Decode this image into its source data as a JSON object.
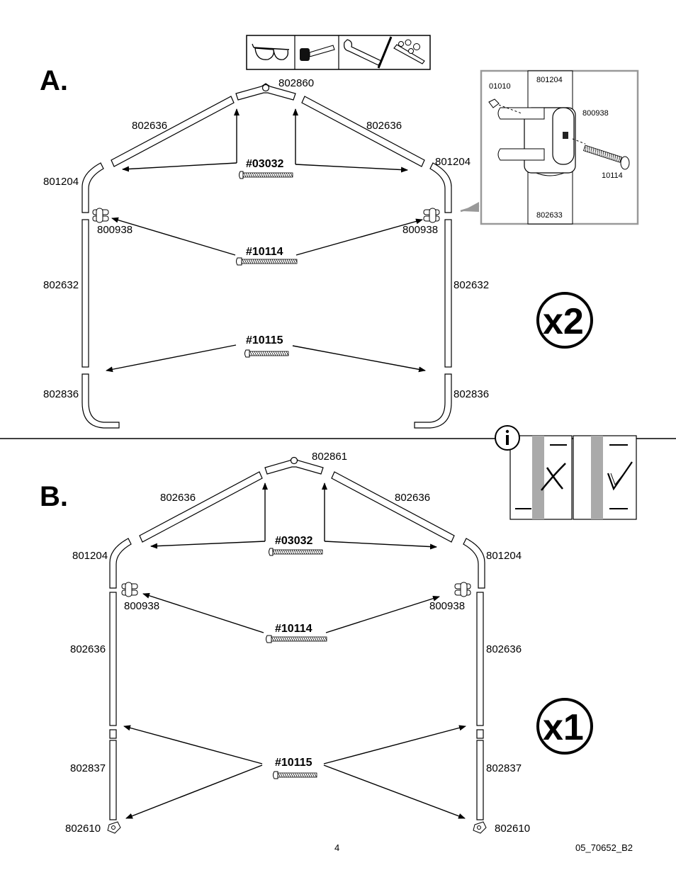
{
  "tools": [
    "safety-glasses-icon",
    "rubber-mallet-icon",
    "adjustable-wrench-icon",
    "socket-wrench-icon"
  ],
  "section_a": {
    "letter": "A.",
    "multiplier": "x2",
    "hardware": {
      "top": "#03032",
      "middle": "#10114",
      "bottom": "#10115"
    },
    "labels": {
      "peak": "802860",
      "rafter_left": "802636",
      "rafter_right": "802636",
      "elbow_left": "801204",
      "elbow_right": "801204",
      "bracket_left": "800938",
      "bracket_right": "800938",
      "leg_left": "802632",
      "leg_right": "802632",
      "foot_left": "802836",
      "foot_right": "802836"
    },
    "detail": {
      "top_tube": "801204",
      "bolt_nut": "01010",
      "bracket": "800938",
      "bolt": "10114",
      "bottom_tube": "802633"
    }
  },
  "section_b": {
    "letter": "B.",
    "multiplier": "x1",
    "hardware": {
      "top": "#03032",
      "middle": "#10114",
      "bottom": "#10115"
    },
    "labels": {
      "peak": "802861",
      "rafter_left": "802636",
      "rafter_right": "802636",
      "elbow_left": "801204",
      "elbow_right": "801204",
      "bracket_left": "800938",
      "bracket_right": "800938",
      "leg_left": "802636",
      "leg_right": "802636",
      "lower_leg_left": "802837",
      "lower_leg_right": "802837",
      "foot_left": "802610",
      "foot_right": "802610"
    }
  },
  "info": {
    "icon": "info-icon",
    "wrong": "x-mark-icon",
    "right": "check-mark-icon"
  },
  "footer": {
    "page": "4",
    "doc_id": "05_70652_B2"
  }
}
